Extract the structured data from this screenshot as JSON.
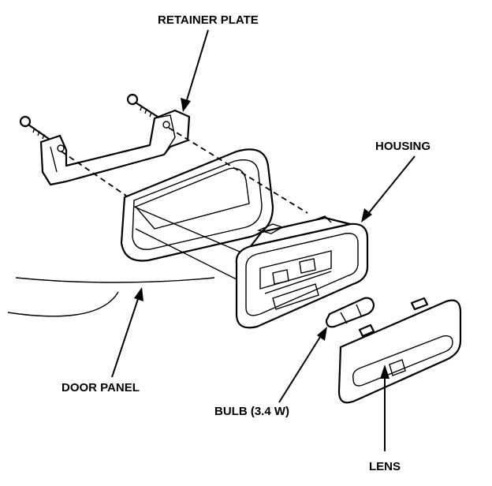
{
  "labels": {
    "retainer_plate": "RETAINER PLATE",
    "housing": "HOUSING",
    "door_panel": "DOOR PANEL",
    "bulb": "BULB (3.4 W)",
    "lens": "LENS"
  }
}
